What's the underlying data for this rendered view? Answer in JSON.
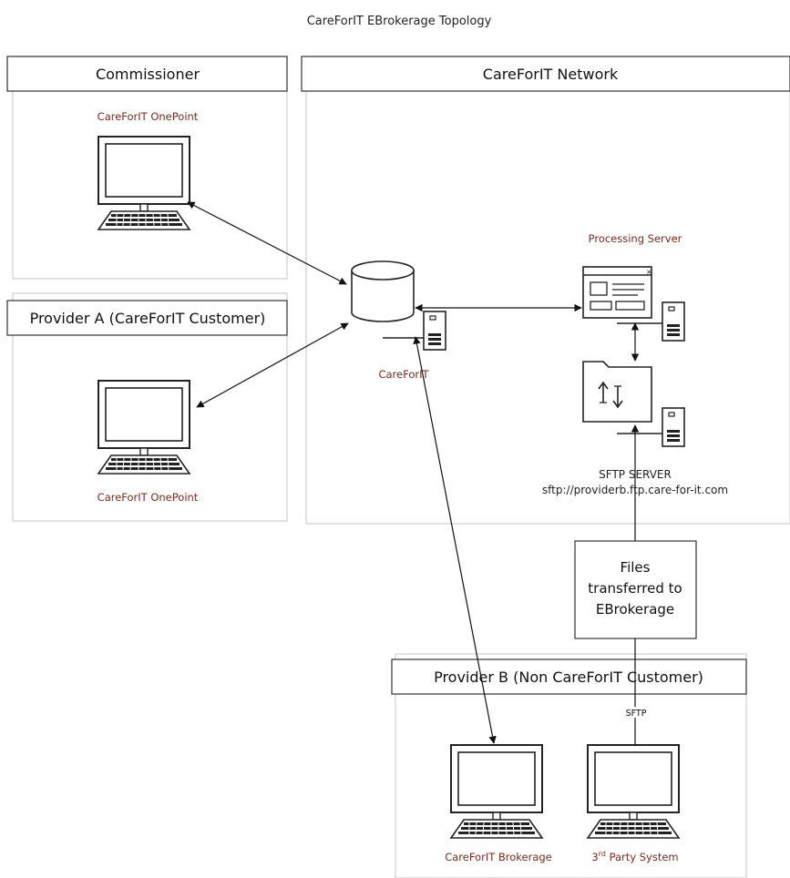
{
  "title": "CareForIT EBrokerage Topology",
  "zones": {
    "commissioner": "Commissioner",
    "network": "CareForIT Network",
    "provider_a": "Provider A (CareForIT Customer)",
    "provider_b": "Provider B (Non CareForIT Customer)"
  },
  "labels": {
    "commissioner_pc": "CareForIT OnePoint",
    "provider_a_pc": "CareForIT OnePoint",
    "careforit_server": "CareForIT",
    "processing_server": "Processing Server",
    "sftp_server": "SFTP SERVER",
    "sftp_url": "sftp://providerb.ftp.care-for-it.com",
    "brokerage_pc": "CareForIT Brokerage",
    "third_party_prefix": "3",
    "third_party_sup": "rd",
    "third_party_suffix": " Party System",
    "sftp_link": "SFTP"
  },
  "files_box": [
    "Files",
    "transferred to",
    "EBrokerage"
  ]
}
